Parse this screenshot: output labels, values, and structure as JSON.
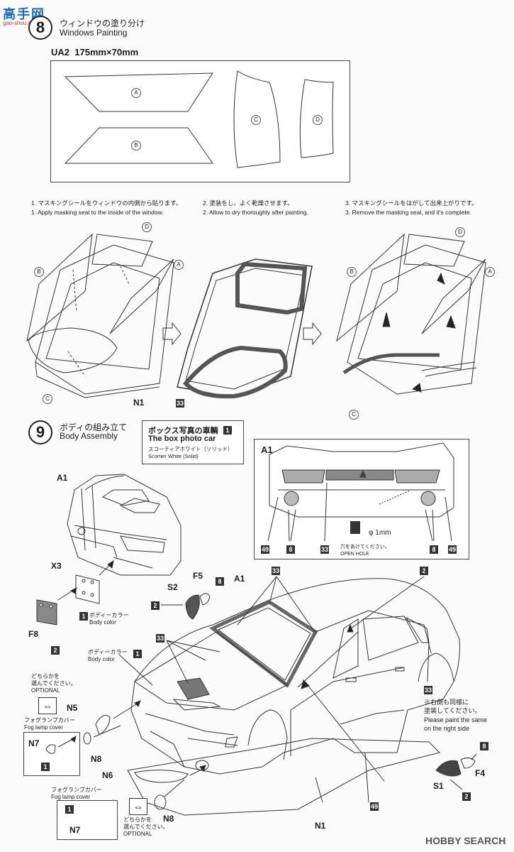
{
  "watermark_top": "高手网",
  "watermark_url": "gao-shou.com",
  "step8": {
    "number": "8",
    "title_jp": "ウィンドウの塗り分け",
    "title_en": "Windows Painting",
    "sheet_code": "UA2",
    "sheet_size": "175mm×70mm",
    "parts": [
      "A",
      "B",
      "C",
      "D"
    ],
    "instructions": [
      {
        "jp": "1. マスキングシールをウィンドウの内側から貼ります。",
        "en": "1. Apply masking seal to the inside of the window."
      },
      {
        "jp": "2. 塗装をし、よく乾燥させます。",
        "en": "2. Allow to dry thoroughly after painting."
      },
      {
        "jp": "3. マスキングシールをはがして出来上がりです。",
        "en": "3. Remove the masking seal, and it's complete."
      }
    ],
    "labels": {
      "n1": "N1",
      "color33": "33"
    }
  },
  "step9": {
    "number": "9",
    "title_jp": "ボディの組み立て",
    "title_en": "Body Assembly",
    "box_photo": {
      "title_jp": "ボックス写真の車輌",
      "title_en": "The box photo car",
      "color_num": "1",
      "color_jp": "スコーティアホワイト（ソリッド）",
      "color_en": "Scortier White (Solid)"
    },
    "detail": {
      "part": "A1",
      "hole_size": "φ 1mm",
      "hole_jp": "穴をあけてください。",
      "hole_en": "OPEN HOLE",
      "colors": [
        "49",
        "8",
        "33",
        "8",
        "49"
      ]
    },
    "body_color_jp": "ボディーカラー",
    "body_color_en": "Body color",
    "optional_jp_1": "どちらかを",
    "optional_jp_2": "選んでください。",
    "optional_en": "OPTIONAL",
    "fog_jp": "フォグランプカバー",
    "fog_en": "Fog lamp cover",
    "right_note_jp_1": "※右側も同様に",
    "right_note_jp_2": "塗装してください。",
    "right_note_en_1": "Please paint the same",
    "right_note_en_2": "on the right side",
    "parts": {
      "a1": "A1",
      "x3": "X3",
      "f8": "F8",
      "f5": "F5",
      "s2": "S2",
      "a1b": "A1",
      "n5": "N5",
      "n7": "N7",
      "n8": "N8",
      "n6": "N6",
      "n7b": "N7",
      "n8b": "N8",
      "n1": "N1",
      "s1": "S1",
      "f4": "F4"
    },
    "color_nums": {
      "c1": "1",
      "c2": "2",
      "c8": "8",
      "c33": "33",
      "c2b": "2",
      "c1b": "1",
      "c33b": "33",
      "c33c": "33",
      "c1c": "1",
      "c1d": "1",
      "c8b": "8",
      "c2c": "2",
      "c49": "49"
    }
  },
  "footer_logo": "HOBBY SEARCH"
}
